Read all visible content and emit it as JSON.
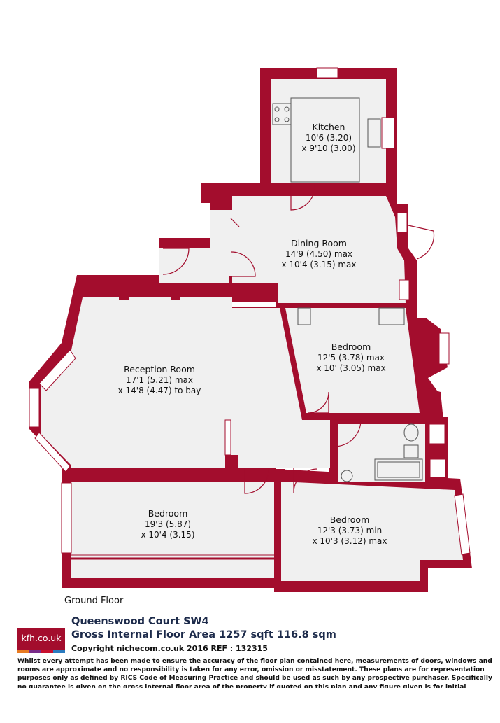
{
  "colors": {
    "wall": "#a30d2d",
    "floor": "#f0f0f0",
    "window": "#ffffff",
    "fixture": "#555555",
    "logo_bg": "#a30d2d",
    "logo_stripes": [
      "#e87b22",
      "#7a2c8a",
      "#c8102e",
      "#2a7bbf"
    ]
  },
  "rooms": [
    {
      "name": "Kitchen",
      "dim1": "10'6 (3.20)",
      "dim2": "x 9'10 (3.00)"
    },
    {
      "name": "Dining Room",
      "dim1": "14'9 (4.50) max",
      "dim2": "x 10'4 (3.15) max"
    },
    {
      "name": "Bedroom",
      "dim1": "12'5 (3.78) max",
      "dim2": "x 10' (3.05) max"
    },
    {
      "name": "Reception Room",
      "dim1": "17'1 (5.21) max",
      "dim2": "x 14'8 (4.47) to bay"
    },
    {
      "name": "Bedroom",
      "dim1": "19'3 (5.87)",
      "dim2": "x 10'4 (3.15)"
    },
    {
      "name": "Bedroom",
      "dim1": "12'3 (3.73) min",
      "dim2": "x 10'3 (3.12) max"
    }
  ],
  "floor_label": "Ground Floor",
  "logo_text": "kfh.co.uk",
  "property_name": "Queenswood Court  SW4",
  "area_text": "Gross Internal Floor Area 1257 sqft 116.8 sqm",
  "copyright": "Copyright nichecom.co.uk 2016 REF : 132315",
  "disclaimer": "Whilst every attempt has been made to ensure the accuracy of the floor plan contained here, measurements of doors, windows and rooms are approximate and no responsibility is taken for any error, omission or misstatement.  These plans are for representation purposes only as defined by RICS Code of Measuring Practice and should be used as such by any prospective purchaser.  Specifically no guarantee is given on the gross internal floor area of the property if quoted on this plan and any figure given is for initial guidance only and should not be relied on as a basis of valuation."
}
